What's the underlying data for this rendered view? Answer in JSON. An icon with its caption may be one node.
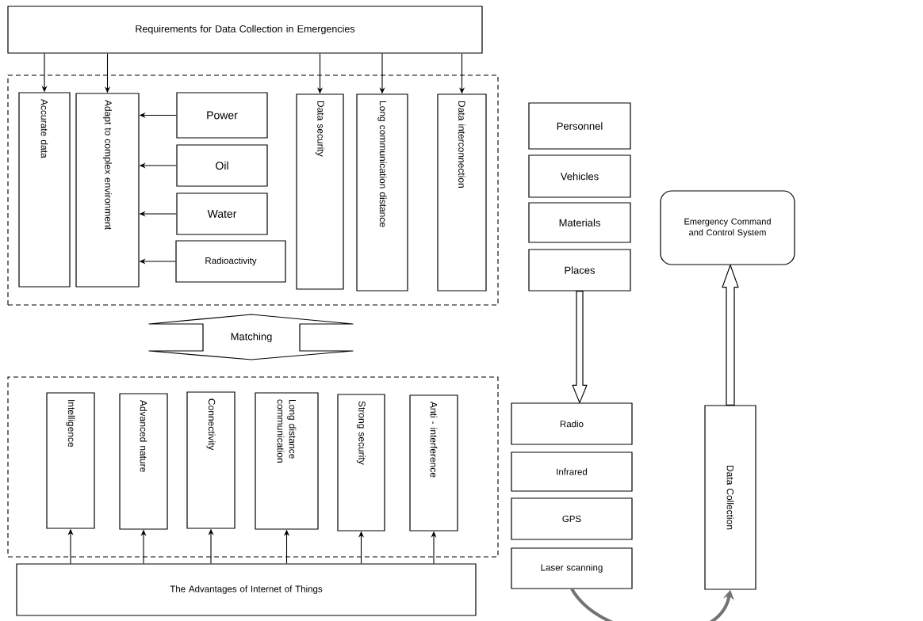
{
  "diagram": {
    "nodes": [
      {
        "text": [
          "Requirements for Data Collection in Emergencies"
        ]
      },
      {
        "text": [],
        "shape": "box"
      },
      {
        "text": [
          "Accurate data"
        ],
        "in": 1
      },
      {
        "text": [
          "Adapt to complex environment"
        ],
        "in": 1
      },
      {
        "text": [
          "Power"
        ],
        "in": 1
      },
      {
        "text": [
          "Oil"
        ],
        "in": 1
      },
      {
        "text": [
          "Water"
        ],
        "in": 1
      },
      {
        "text": [
          "Radioactivity"
        ],
        "in": 1
      },
      {
        "text": [
          "Data security"
        ],
        "in": 1
      },
      {
        "text": [
          "Long communication distance"
        ],
        "in": 1
      },
      {
        "text": [
          "Data interconnection"
        ],
        "in": 1
      },
      {
        "text": [
          "Matching"
        ]
      },
      {
        "text": [],
        "shape": "box"
      },
      {
        "text": [
          "Intelligence"
        ],
        "in": 12
      },
      {
        "text": [
          "Advanced nature"
        ],
        "in": 12
      },
      {
        "text": [
          "Connectivity"
        ],
        "in": 12
      },
      {
        "text": [
          "Long distance communication"
        ],
        "in": 12
      },
      {
        "text": [
          "Strong security"
        ],
        "in": 12
      },
      {
        "text": [
          "Anti - interference"
        ],
        "in": 12
      },
      {
        "text": [
          "The Advantages of Internet of Things"
        ]
      },
      {
        "text": [
          "Personnel"
        ]
      },
      {
        "text": [
          "Vehicles"
        ]
      },
      {
        "text": [
          "Materials"
        ]
      },
      {
        "text": [
          "Places"
        ]
      },
      {
        "text": [
          "Radio"
        ]
      },
      {
        "text": [
          "Infrared"
        ]
      },
      {
        "text": [
          "GPS"
        ]
      },
      {
        "text": [
          "Laser scanning"
        ]
      },
      {
        "text": [
          "Data Collection"
        ]
      },
      {
        "text": [
          "Emergency Command and Control System"
        ]
      }
    ],
    "edges": [
      {
        "from": 0,
        "to": 2,
        "arrow": "to"
      },
      {
        "from": 0,
        "to": 3,
        "arrow": "to"
      },
      {
        "from": 0,
        "to": 8,
        "arrow": "to"
      },
      {
        "from": 0,
        "to": 9,
        "arrow": "to"
      },
      {
        "from": 0,
        "to": 10,
        "arrow": "to"
      },
      {
        "from": 4,
        "to": 3,
        "arrow": "to"
      },
      {
        "from": 5,
        "to": 3,
        "arrow": "to"
      },
      {
        "from": 6,
        "to": 3,
        "arrow": "to"
      },
      {
        "from": 7,
        "to": 3,
        "arrow": "to"
      },
      {
        "from": 19,
        "to": 13,
        "arrow": "to"
      },
      {
        "from": 19,
        "to": 14,
        "arrow": "to"
      },
      {
        "from": 19,
        "to": 15,
        "arrow": "to"
      },
      {
        "from": 19,
        "to": 16,
        "arrow": "to"
      },
      {
        "from": 19,
        "to": 17,
        "arrow": "to"
      },
      {
        "from": 19,
        "to": 18,
        "arrow": "to"
      },
      {
        "from": 23,
        "to": 24,
        "arrow": "to",
        "style": "thick"
      },
      {
        "from": 27,
        "to": 28,
        "arrow": "to",
        "style": "thick",
        "color": "#737373"
      },
      {
        "from": 28,
        "to": 29,
        "arrow": "to",
        "style": "thick"
      }
    ]
  }
}
